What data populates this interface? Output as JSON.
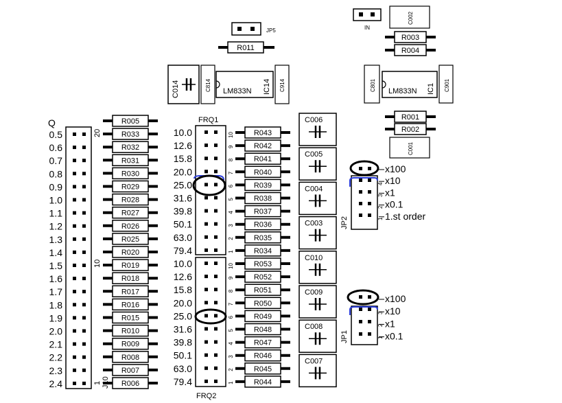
{
  "left_column": {
    "header": "Q",
    "q_values": [
      "0.5",
      "0.6",
      "0.7",
      "0.8",
      "0.9",
      "1.0",
      "1.1",
      "1.2",
      "1.3",
      "1.4",
      "1.5",
      "1.6",
      "1.7",
      "1.8",
      "1.9",
      "2.0",
      "2.1",
      "2.2",
      "2.3",
      "2.4"
    ],
    "pin_mark_top": "20",
    "pin_mark_mid": "10",
    "pin_mark_bottom": "1",
    "connector_label": "J10",
    "resistors": [
      "R005",
      "R033",
      "R032",
      "R031",
      "R030",
      "R029",
      "R028",
      "R027",
      "R026",
      "R025",
      "R020",
      "R019",
      "R018",
      "R017",
      "R016",
      "R015",
      "R010",
      "R009",
      "R008",
      "R007",
      "R006"
    ]
  },
  "frq": {
    "frq1_label": "FRQ1",
    "frq2_label": "FRQ2",
    "values": [
      "10.0",
      "12.6",
      "15.8",
      "20.0",
      "25.0",
      "31.6",
      "39.8",
      "50.1",
      "63.0",
      "79.4"
    ],
    "pin_numbers": [
      "10",
      "9",
      "8",
      "7",
      "6",
      "5",
      "4",
      "3",
      "2",
      "1"
    ],
    "resistors_frq1": [
      "R043",
      "R042",
      "R041",
      "R040",
      "R039",
      "R038",
      "R037",
      "R036",
      "R035",
      "R034"
    ],
    "resistors_frq2": [
      "R053",
      "R052",
      "R051",
      "R050",
      "R049",
      "R048",
      "R047",
      "R046",
      "R045",
      "R044"
    ]
  },
  "capacitors_column": [
    "C006",
    "C005",
    "C004",
    "C003",
    "C010",
    "C009",
    "C008",
    "C007"
  ],
  "top_center": {
    "jumper_label": "JP5",
    "resistor": "R011",
    "cap_left": "C014",
    "cap_small": "C814",
    "ic_name": "LM833N",
    "ic_ref": "IC14",
    "cap_right": "C914"
  },
  "top_right": {
    "jumper_label": "IN",
    "cap_top": "C002",
    "resistors_top": [
      "R003",
      "R004"
    ],
    "cap_small": "C801",
    "ic_name": "LM833N",
    "ic_ref": "IC1",
    "cap_right": "C901",
    "resistors_bottom": [
      "R001",
      "R002"
    ],
    "cap_bottom": "C001"
  },
  "jp2": {
    "label": "JP2",
    "options": [
      "x100",
      "x10",
      "x1",
      "x0.1",
      "1.st order"
    ],
    "pin_numbers": [
      "4",
      "3",
      "2",
      "1"
    ]
  },
  "jp1": {
    "label": "JP1",
    "options": [
      "x100",
      "x10",
      "x1",
      "x0.1"
    ],
    "pin_numbers": [
      "3",
      "2",
      "1"
    ]
  },
  "colors": {
    "outline": "#000000",
    "selection_blue": "#2a3cd8",
    "background": "#ffffff"
  }
}
